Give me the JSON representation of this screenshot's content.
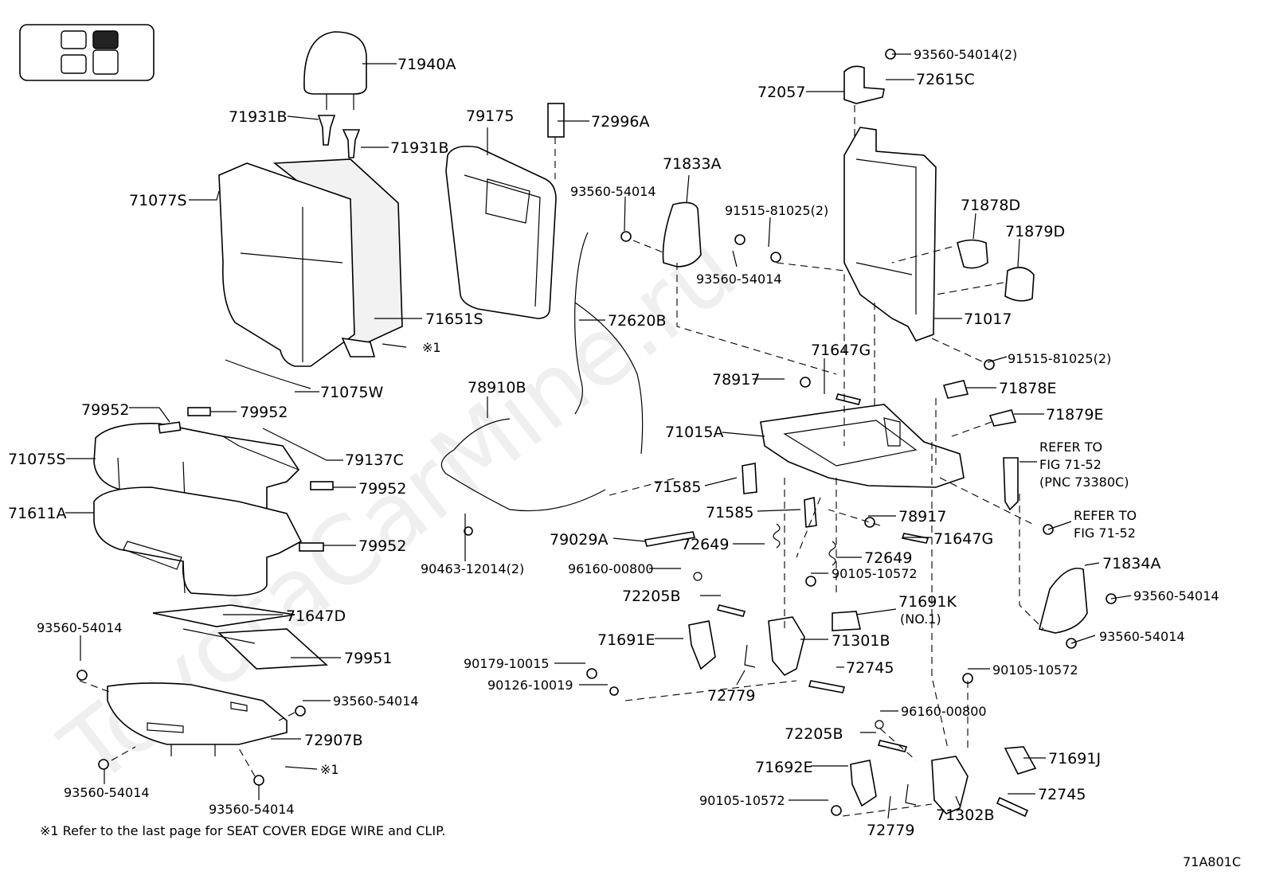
{
  "watermark": "ToyotaCarMine.ru",
  "diagram_code": "71A801C",
  "footnote": "※1  Refer to the last page for SEAT COVER EDGE WIRE and CLIP.",
  "ref_marks": {
    "a": "※1",
    "b": "※1"
  },
  "labels": {
    "p71940A": "71940A",
    "p71931B_a": "71931B",
    "p71931B_b": "71931B",
    "p71077S": "71077S",
    "p71651S": "71651S",
    "p71075W": "71075W",
    "p79175": "79175",
    "p72996A": "72996A",
    "p71833A": "71833A",
    "p93560_a": "93560-54014",
    "p93560_b": "93560-54014",
    "p72620B": "72620B",
    "p72057": "72057",
    "p93560_2a": "93560-54014(2)",
    "p72615C": "72615C",
    "p91515_a": "91515-81025(2)",
    "p71878D": "71878D",
    "p71879D": "71879D",
    "p71017": "71017",
    "p91515_b": "91515-81025(2)",
    "p71647G_a": "71647G",
    "p78917_a": "78917",
    "p71878E": "71878E",
    "p71879E": "71879E",
    "p71015A": "71015A",
    "p78910B": "78910B",
    "p79952_a": "79952",
    "p79952_b": "79952",
    "p79952_c": "79952",
    "p79952_d": "79952",
    "p71075S": "71075S",
    "p79137C": "79137C",
    "p71611A": "71611A",
    "p71585_a": "71585",
    "p71585_b": "71585",
    "ref_fig1_l1": "REFER TO",
    "ref_fig1_l2": "FIG 71-52",
    "ref_fig1_l3": "(PNC 73380C)",
    "p78917_b": "78917",
    "p71647G_b": "71647G",
    "ref_fig2_l1": "REFER TO",
    "ref_fig2_l2": "FIG 71-52",
    "p79029A": "79029A",
    "p72649_a": "72649",
    "p72649_b": "72649",
    "p90463": "90463-12014(2)",
    "p96160_a": "96160-00800",
    "p90105_a": "90105-10572",
    "p71834A": "71834A",
    "p72205B_a": "72205B",
    "p71691K": "71691K",
    "p71691K_sub": "(NO.1)",
    "p93560_c": "93560-54014",
    "p93560_d": "93560-54014",
    "p71647D": "71647D",
    "p71691E": "71691E",
    "p71301B": "71301B",
    "p93560_e": "93560-54014",
    "p79951": "79951",
    "p90179": "90179-10015",
    "p72745_a": "72745",
    "p90105_b": "90105-10572",
    "p90126": "90126-10019",
    "p72779_a": "72779",
    "p93560_f": "93560-54014",
    "p96160_b": "96160-00800",
    "p72907B": "72907B",
    "p72205B_b": "72205B",
    "p71691J": "71691J",
    "p71692E": "71692E",
    "p93560_g": "93560-54014",
    "p93560_h": "93560-54014",
    "p72745_b": "72745",
    "p90105_c": "90105-10572",
    "p71302B": "71302B",
    "p72779_b": "72779"
  }
}
